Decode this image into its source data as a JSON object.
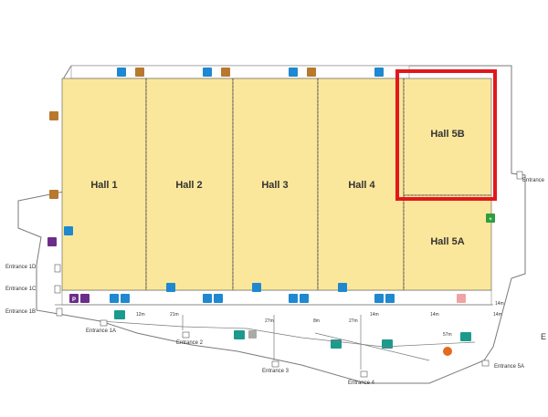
{
  "halls": [
    {
      "id": "hall-1",
      "label": "Hall 1"
    },
    {
      "id": "hall-2",
      "label": "Hall 2"
    },
    {
      "id": "hall-3",
      "label": "Hall 3"
    },
    {
      "id": "hall-4",
      "label": "Hall 4"
    },
    {
      "id": "hall-5b",
      "label": "Hall 5B",
      "highlighted": true
    },
    {
      "id": "hall-5a",
      "label": "Hall 5A"
    }
  ],
  "entrances": {
    "e1a": "Entrance 1A",
    "e1b": "Entrance 1B",
    "e1c": "Entrance 1C",
    "e1d": "Entrance 1D",
    "e2": "Entrance 2",
    "e3": "Entrance 3",
    "e4": "Entrance 4",
    "e5": "Entrance",
    "e5a": "Entrance 5A"
  },
  "distances": {
    "d12": "12m",
    "d21": "21m",
    "d27a": "27m",
    "d8": "8m",
    "d27b": "27m",
    "d14a": "14m",
    "d14b": "14m",
    "d14c": "14m",
    "d57": "57m"
  },
  "edge_mark": "E",
  "colors": {
    "hall_fill": "#fbe79b",
    "highlight": "#e3161b",
    "icon_blue": "#1e88d1",
    "icon_brown": "#b8782e",
    "icon_teal": "#1c9a8e",
    "icon_green": "#2e9e3e",
    "icon_purple": "#6b2d8a",
    "icon_orange": "#e46a1e",
    "icon_pink": "#f1a3a3"
  },
  "icons": [
    "restroom-icon",
    "cafe-icon",
    "parking-icon",
    "accessible-icon",
    "first-aid-icon",
    "escalator-icon",
    "lift-icon",
    "info-icon"
  ]
}
